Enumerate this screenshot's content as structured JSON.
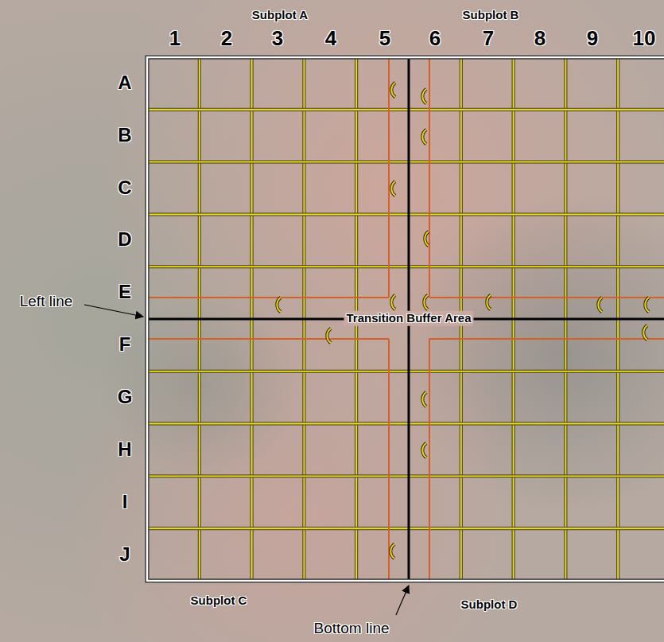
{
  "diagram": {
    "labels": [
      "Subplot A",
      "Subplot B",
      "1",
      "2",
      "3",
      "4",
      "5",
      "6",
      "7",
      "8",
      "9",
      "10",
      "A",
      "B",
      "C",
      "D",
      "E",
      "Left line",
      "Transition Buffer Area",
      "F",
      "G",
      "H",
      "I",
      "J",
      "Subplot C",
      "Subplot D",
      "Bottom line"
    ]
  }
}
